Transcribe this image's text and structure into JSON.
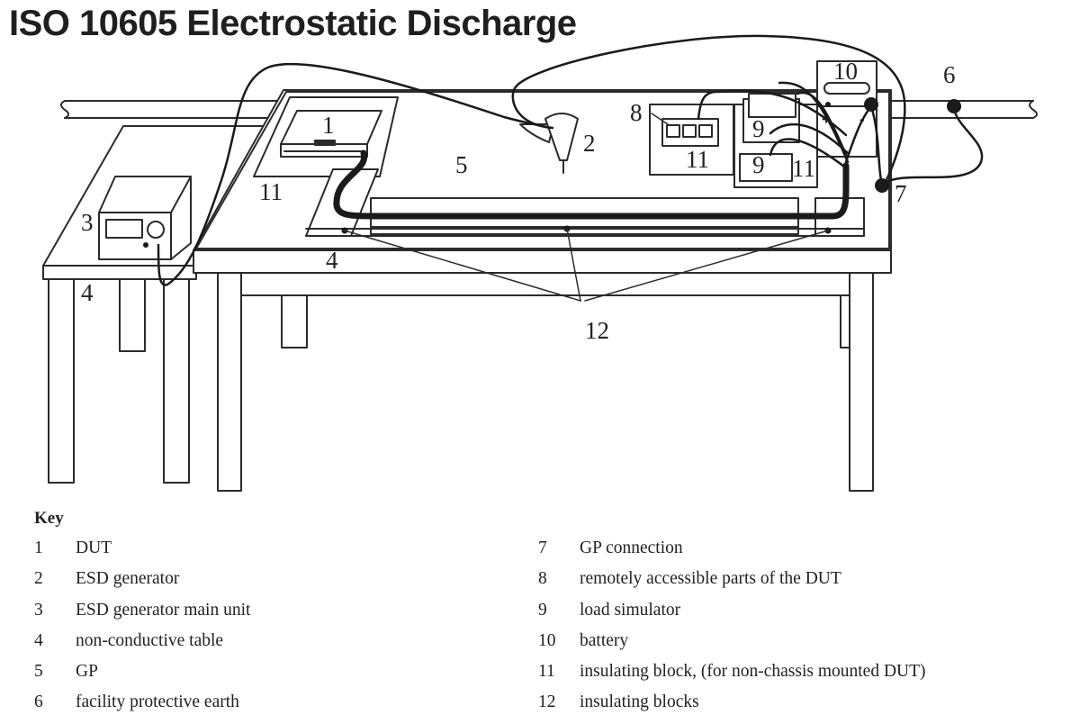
{
  "title": "ISO 10605 Electrostatic Discharge",
  "diagram": {
    "labels": {
      "dut": "1",
      "esd_gun": "2",
      "main_unit": "3",
      "small_table": "4",
      "main_table": "4",
      "gp": "5",
      "earth": "6",
      "gp_connection": "7",
      "remote_parts": "8",
      "load_sim_top": "9",
      "load_sim_bottom": "9",
      "battery": "10",
      "insul_dut": "11",
      "insul_remote": "11",
      "insul_load": "11",
      "insul_blocks": "12"
    },
    "battery_plus": "+",
    "battery_minus": "-"
  },
  "key": {
    "title": "Key",
    "items": [
      {
        "num": "1",
        "text": "DUT"
      },
      {
        "num": "2",
        "text": "ESD generator"
      },
      {
        "num": "3",
        "text": "ESD generator main unit"
      },
      {
        "num": "4",
        "text": "non-conductive table"
      },
      {
        "num": "5",
        "text": "GP"
      },
      {
        "num": "6",
        "text": "facility protective earth"
      },
      {
        "num": "7",
        "text": "GP connection"
      },
      {
        "num": "8",
        "text": "remotely accessible parts of the DUT"
      },
      {
        "num": "9",
        "text": "load simulator"
      },
      {
        "num": "10",
        "text": "battery"
      },
      {
        "num": "11",
        "text": "insulating block, (for non-chassis mounted DUT)"
      },
      {
        "num": "12",
        "text": "insulating blocks"
      }
    ]
  }
}
